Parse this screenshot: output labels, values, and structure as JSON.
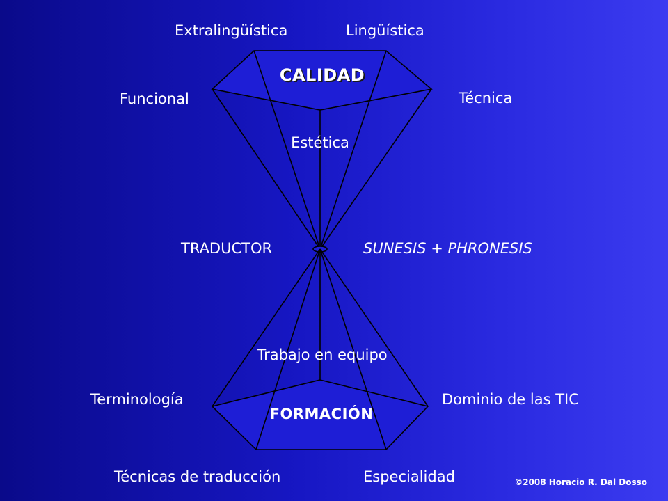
{
  "top": {
    "title": "CALIDAD",
    "labels": {
      "extralinguistica": "Extralingüística",
      "linguistica": "Lingüística",
      "funcional": "Funcional",
      "tecnica": "Técnica",
      "estetica": "Estética"
    }
  },
  "middle": {
    "left": "TRADUCTOR",
    "right": "SUNESIS + PHRONESIS"
  },
  "bottom": {
    "title": "FORMACIÓN",
    "labels": {
      "trabajo_equipo": "Trabajo en equipo",
      "terminologia": "Terminología",
      "dominio_tic": "Dominio de las TIC",
      "tecnicas_traduccion": "Técnicas de traducción",
      "especialidad": "Especialidad"
    }
  },
  "copyright": "©2008 Horacio R. Dal Dosso",
  "colors": {
    "background_dark": "#0a0a8a",
    "background_light": "#3b3bf0",
    "line": "#000000",
    "text": "#ffffff"
  }
}
